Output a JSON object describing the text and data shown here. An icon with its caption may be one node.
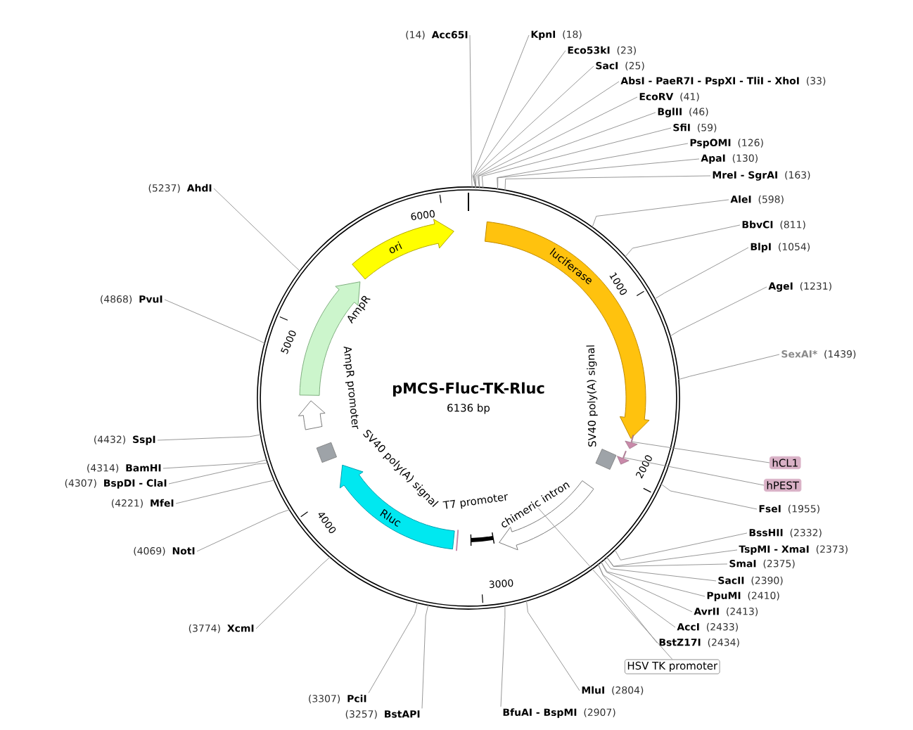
{
  "diagram": {
    "nodes": [
      {
        "text": [
          "pMCS-Fluc-TK-Rluc",
          "6136 bp"
        ]
      },
      {
        "text": [
          "ori"
        ],
        "in": 0
      },
      {
        "text": [
          "luciferase"
        ],
        "in": 0
      },
      {
        "text": [
          "SV40 poly(A) signal"
        ],
        "in": 0
      },
      {
        "text": [],
        "shape": "arrow",
        "in": 0
      },
      {
        "text": [],
        "shape": "arrow",
        "in": 0
      },
      {
        "text": [
          "chimeric intron"
        ],
        "in": 0
      },
      {
        "text": [
          "T7 promoter"
        ],
        "in": 0
      },
      {
        "text": [
          "Rluc"
        ],
        "in": 0
      },
      {
        "text": [
          "SV40 poly(A) signal"
        ],
        "in": 0
      },
      {
        "text": [
          "AmpR promoter"
        ],
        "in": 0
      },
      {
        "text": [
          "AmpR"
        ],
        "in": 0
      },
      {
        "text": [
          "(14)",
          "Acc65I"
        ]
      },
      {
        "text": [
          "KpnI",
          "(18)"
        ]
      },
      {
        "text": [
          "Eco53kI",
          "(23)"
        ]
      },
      {
        "text": [
          "SacI",
          "(25)"
        ]
      },
      {
        "text": [
          "AbsI - PaeR7I - PspXI - TliI - XhoI",
          "(33)"
        ]
      },
      {
        "text": [
          "EcoRV",
          "(41)"
        ]
      },
      {
        "text": [
          "BglII",
          "(46)"
        ]
      },
      {
        "text": [
          "SfiI",
          "(59)"
        ]
      },
      {
        "text": [
          "PspOMI",
          "(126)"
        ]
      },
      {
        "text": [
          "ApaI",
          "(130)"
        ]
      },
      {
        "text": [
          "MreI - SgrAI",
          "(163)"
        ]
      },
      {
        "text": [
          "AleI",
          "(598)"
        ]
      },
      {
        "text": [
          "BbvCI",
          "(811)"
        ]
      },
      {
        "text": [
          "BlpI",
          "(1054)"
        ]
      },
      {
        "text": [
          "AgeI",
          "(1231)"
        ]
      },
      {
        "text": [
          "SexAI*",
          "(1439)"
        ]
      },
      {
        "text": [
          "hCL1"
        ]
      },
      {
        "text": [
          "hPEST"
        ]
      },
      {
        "text": [
          "FseI",
          "(1955)"
        ]
      },
      {
        "text": [
          "BssHII",
          "(2332)"
        ]
      },
      {
        "text": [
          "TspMI - XmaI",
          "(2373)"
        ]
      },
      {
        "text": [
          "SmaI",
          "(2375)"
        ]
      },
      {
        "text": [
          "SacII",
          "(2390)"
        ]
      },
      {
        "text": [
          "PpuMI",
          "(2410)"
        ]
      },
      {
        "text": [
          "AvrII",
          "(2413)"
        ]
      },
      {
        "text": [
          "AccI",
          "(2433)"
        ]
      },
      {
        "text": [
          "BstZ17I",
          "(2434)"
        ]
      },
      {
        "text": [
          "HSV TK promoter"
        ]
      },
      {
        "text": [
          "MluI",
          "(2804)"
        ]
      },
      {
        "text": [
          "BfuAI - BspMI",
          "(2907)"
        ]
      },
      {
        "text": [
          "(3307)",
          "PciI"
        ]
      },
      {
        "text": [
          "(3257)",
          "BstAPI"
        ]
      },
      {
        "text": [
          "(3774)",
          "XcmI"
        ]
      },
      {
        "text": [
          "(4069)",
          "NotI"
        ]
      },
      {
        "text": [
          "(4221)",
          "MfeI"
        ]
      },
      {
        "text": [
          "(4307)",
          "BspDI - ClaI"
        ]
      },
      {
        "text": [
          "(4314)",
          "BamHI"
        ]
      },
      {
        "text": [
          "(4432)",
          "SspI"
        ]
      },
      {
        "text": [
          "(4868)",
          "PvuI"
        ]
      },
      {
        "text": [
          "(5237)",
          "AhdI"
        ]
      }
    ],
    "edges": [
      {
        "from": 12,
        "to": 0,
        "arrow": "none"
      },
      {
        "from": 13,
        "to": 0,
        "arrow": "none"
      },
      {
        "from": 14,
        "to": 0,
        "arrow": "none"
      },
      {
        "from": 15,
        "to": 0,
        "arrow": "none"
      },
      {
        "from": 16,
        "to": 0,
        "arrow": "none"
      },
      {
        "from": 17,
        "to": 0,
        "arrow": "none"
      },
      {
        "from": 18,
        "to": 0,
        "arrow": "none"
      },
      {
        "from": 19,
        "to": 0,
        "arrow": "none"
      },
      {
        "from": 20,
        "to": 0,
        "arrow": "none"
      },
      {
        "from": 21,
        "to": 0,
        "arrow": "none"
      },
      {
        "from": 22,
        "to": 0,
        "arrow": "none"
      },
      {
        "from": 23,
        "to": 0,
        "arrow": "none"
      },
      {
        "from": 24,
        "to": 0,
        "arrow": "none"
      },
      {
        "from": 25,
        "to": 0,
        "arrow": "none"
      },
      {
        "from": 26,
        "to": 0,
        "arrow": "none"
      },
      {
        "from": 27,
        "to": 0,
        "arrow": "none"
      },
      {
        "from": 28,
        "to": 4,
        "arrow": "none"
      },
      {
        "from": 29,
        "to": 5,
        "arrow": "none"
      },
      {
        "from": 30,
        "to": 0,
        "arrow": "none"
      },
      {
        "from": 31,
        "to": 0,
        "arrow": "none"
      },
      {
        "from": 32,
        "to": 0,
        "arrow": "none"
      },
      {
        "from": 33,
        "to": 0,
        "arrow": "none"
      },
      {
        "from": 34,
        "to": 0,
        "arrow": "none"
      },
      {
        "from": 35,
        "to": 0,
        "arrow": "none"
      },
      {
        "from": 36,
        "to": 0,
        "arrow": "none"
      },
      {
        "from": 37,
        "to": 0,
        "arrow": "none"
      },
      {
        "from": 38,
        "to": 0,
        "arrow": "none"
      },
      {
        "from": 39,
        "to": 6,
        "arrow": "none"
      },
      {
        "from": 40,
        "to": 0,
        "arrow": "none"
      },
      {
        "from": 41,
        "to": 0,
        "arrow": "none"
      },
      {
        "from": 42,
        "to": 0,
        "arrow": "none"
      },
      {
        "from": 43,
        "to": 0,
        "arrow": "none"
      },
      {
        "from": 44,
        "to": 0,
        "arrow": "none"
      },
      {
        "from": 45,
        "to": 0,
        "arrow": "none"
      },
      {
        "from": 46,
        "to": 0,
        "arrow": "none"
      },
      {
        "from": 47,
        "to": 0,
        "arrow": "none"
      },
      {
        "from": 48,
        "to": 0,
        "arrow": "none"
      },
      {
        "from": 49,
        "to": 0,
        "arrow": "none"
      },
      {
        "from": 50,
        "to": 0,
        "arrow": "none"
      },
      {
        "from": 51,
        "to": 0,
        "arrow": "none"
      }
    ],
    "labels": [
      "1000",
      "2000",
      "3000",
      "4000",
      "5000",
      "6000"
    ]
  }
}
